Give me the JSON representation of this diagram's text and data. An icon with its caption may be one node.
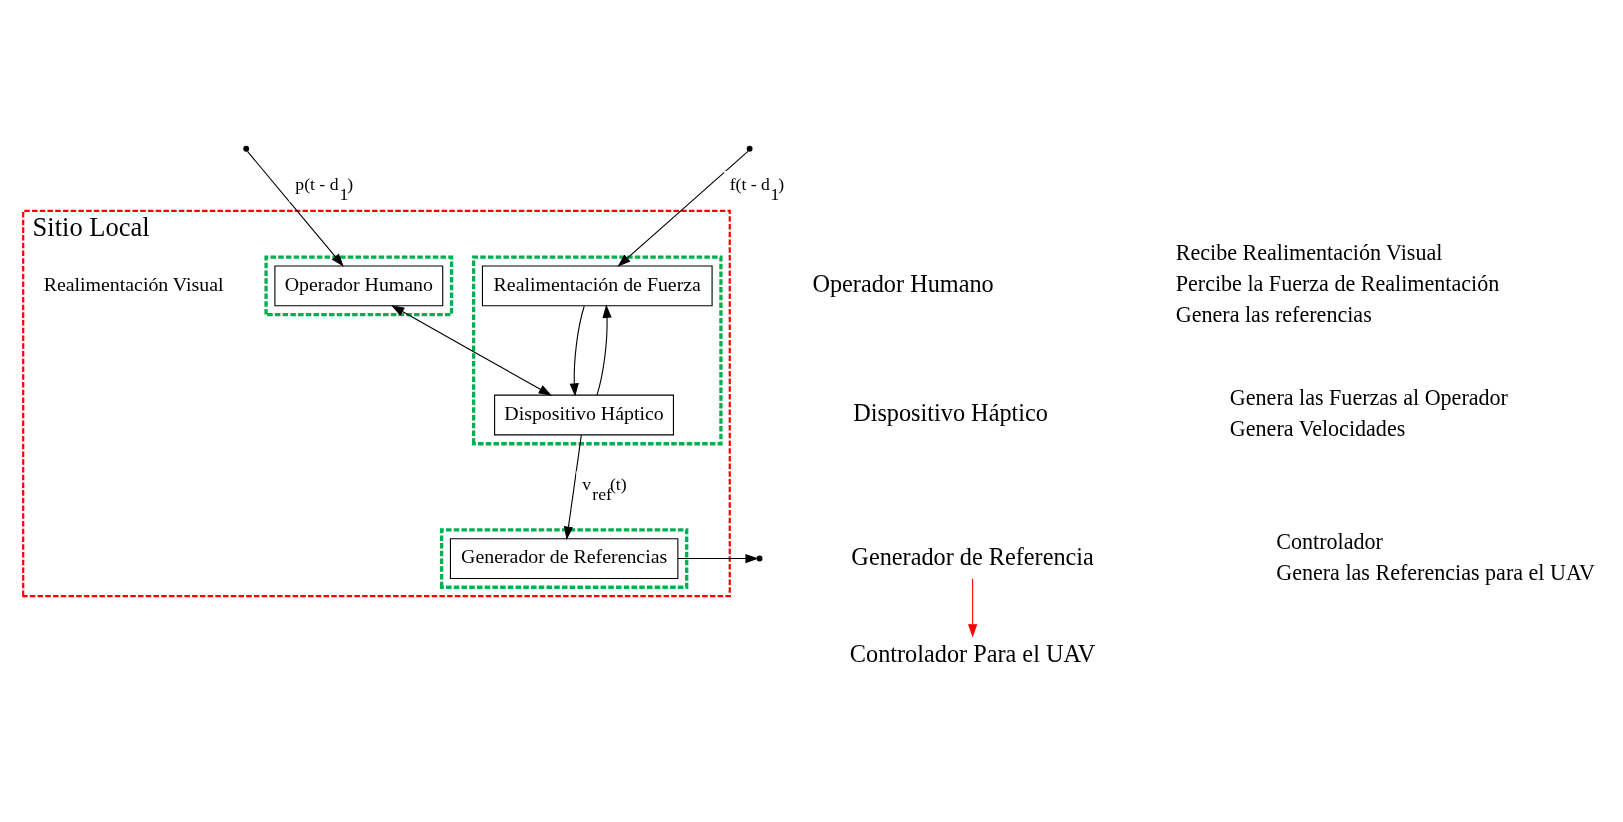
{
  "diagram": {
    "nodes": [
      {
        "text": [
          "Sitio Local"
        ]
      },
      {
        "text": [],
        "shape": "box",
        "in": 0
      },
      {
        "text": [
          "Operador Humano"
        ],
        "in": 1
      },
      {
        "text": [],
        "shape": "box",
        "in": 0
      },
      {
        "text": [
          "Realimentación de Fuerza"
        ],
        "in": 3
      },
      {
        "text": [
          "Dispositivo Háptico"
        ],
        "in": 3
      },
      {
        "text": [],
        "shape": "box",
        "in": 0
      },
      {
        "text": [
          "Generador de Referencias"
        ],
        "in": 6
      },
      {
        "text": [
          "Operador Humano"
        ],
        "beside": [
          "Recibe Realimentación Visual",
          "Percibe la Fuerza de Realimentación",
          "Genera las referencias"
        ]
      },
      {
        "text": [
          "Dispositivo Háptico"
        ],
        "beside": [
          "Genera las Fuerzas al Operador",
          "Genera Velocidades"
        ]
      },
      {
        "text": [
          "Generador de Referencia"
        ],
        "beside": [
          "Controlador",
          "Genera las Referencias para el UAV"
        ]
      },
      {
        "text": [
          "Controlador Para el UAV"
        ]
      }
    ],
    "edges": [
      {
        "from": null,
        "to": 2,
        "arrow": "to",
        "label": "p(t - d$_{1}$)"
      },
      {
        "from": null,
        "to": 4,
        "arrow": "to",
        "label": "f(t - d$_{1}$)"
      },
      {
        "from": 4,
        "to": 5,
        "arrow": "to"
      },
      {
        "from": 5,
        "to": 4,
        "arrow": "to"
      },
      {
        "from": 2,
        "to": 5,
        "arrow": "both"
      },
      {
        "from": 5,
        "to": 7,
        "arrow": "to",
        "label": "v$_{ref}$(t)"
      },
      {
        "from": 7,
        "to": null,
        "arrow": "to"
      },
      {
        "from": 10,
        "to": 11,
        "arrow": "to",
        "color": "#ff0000"
      }
    ],
    "labels": [
      "Realimentación Visual"
    ]
  }
}
